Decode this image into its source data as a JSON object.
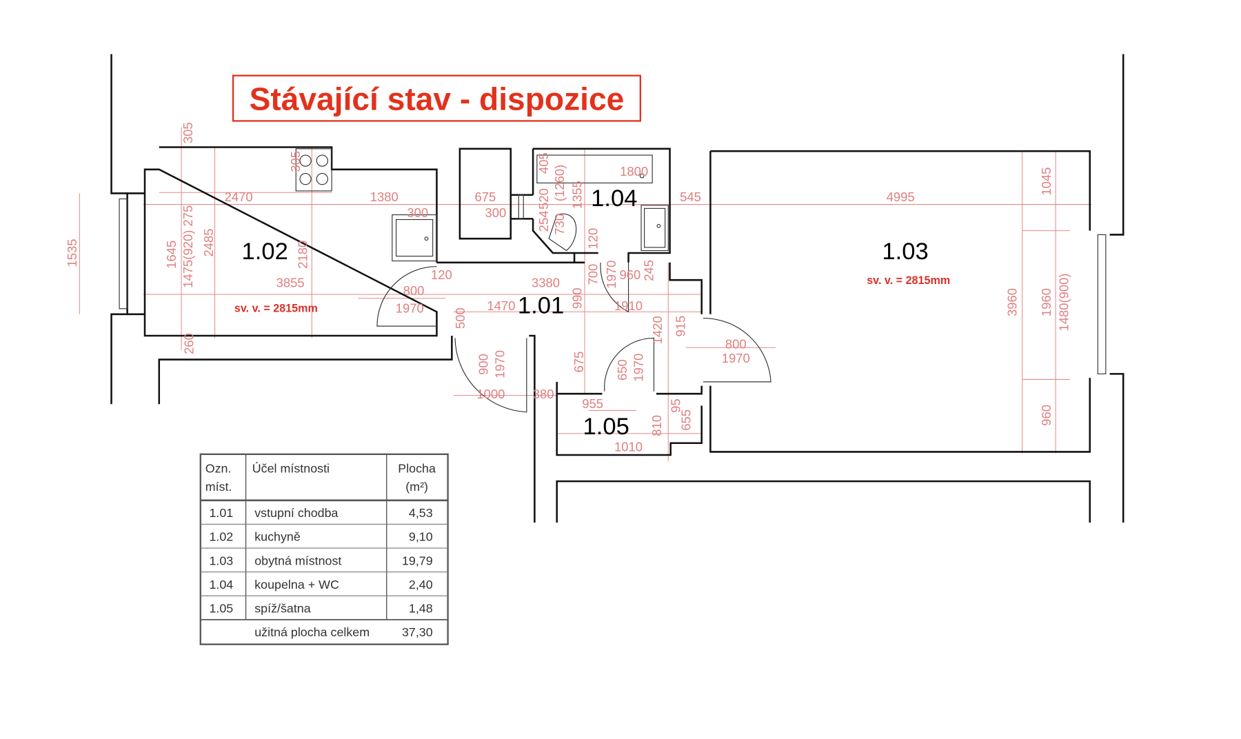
{
  "title": "Stávající stav - dispozice",
  "colors": {
    "title": "#e2321c",
    "dimensions": "#e07f7f",
    "walls": "#111111"
  },
  "rooms": [
    {
      "id": "1.01"
    },
    {
      "id": "1.02"
    },
    {
      "id": "1.03"
    },
    {
      "id": "1.04"
    },
    {
      "id": "1.05"
    }
  ],
  "height_notes": {
    "kitchen": "sv. v. = 2815mm",
    "living": "sv. v. = 2815mm"
  },
  "dims": [
    "2470",
    "1380",
    "675",
    "300",
    "300",
    "1800",
    "545",
    "4995",
    "3855",
    "120",
    "800",
    "1970",
    "3380",
    "1470",
    "960",
    "1910",
    "800",
    "1970",
    "1000",
    "380",
    "955",
    "1010",
    "305",
    "305",
    "1535",
    "1645",
    "1475(920) 275",
    "2485",
    "2180",
    "260",
    "405",
    "(1260)",
    "520",
    "1355",
    "254",
    "730",
    "120",
    "700",
    "1970",
    "245",
    "990",
    "500",
    "1420",
    "915",
    "675",
    "650",
    "1970",
    "900",
    "1970",
    "810",
    "95",
    "655",
    "1045",
    "3960",
    "1960",
    "1480(900)",
    "960"
  ],
  "table": {
    "headers": {
      "code1": "Ozn.",
      "code2": "míst.",
      "purpose": "Účel místnosti",
      "area1": "Plocha",
      "area2": "(m²)"
    },
    "rows": [
      {
        "code": "1.01",
        "purpose": "vstupní chodba",
        "area": "4,53"
      },
      {
        "code": "1.02",
        "purpose": "kuchyně",
        "area": "9,10"
      },
      {
        "code": "1.03",
        "purpose": "obytná místnost",
        "area": "19,79"
      },
      {
        "code": "1.04",
        "purpose": "koupelna + WC",
        "area": "2,40"
      },
      {
        "code": "1.05",
        "purpose": "spíž/šatna",
        "area": "1,48"
      }
    ],
    "total": {
      "label": "užitná plocha celkem",
      "area": "37,30"
    }
  }
}
